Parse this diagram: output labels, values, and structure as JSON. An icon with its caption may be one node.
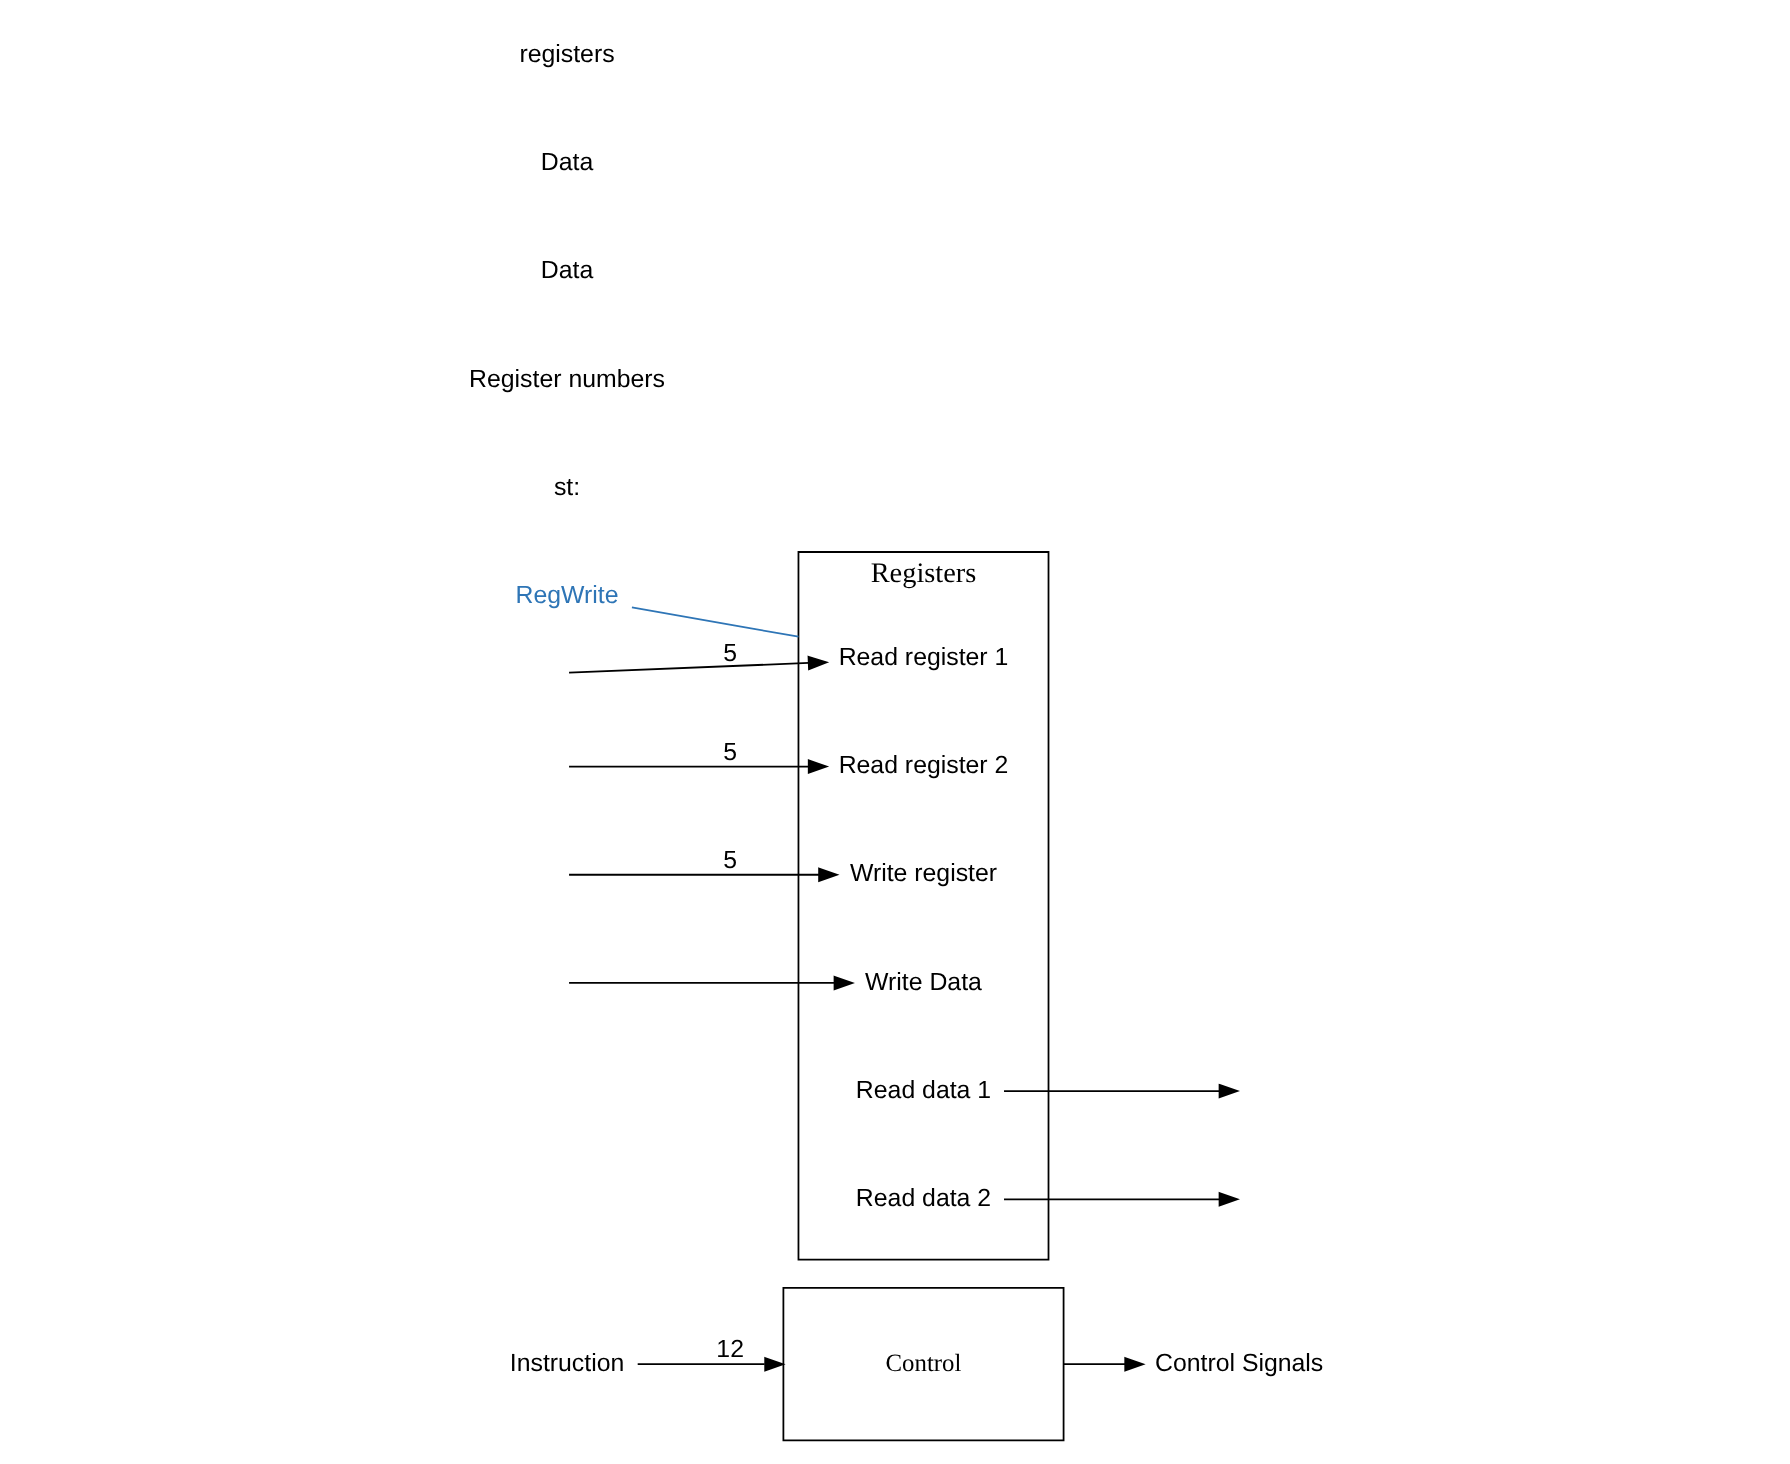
{
  "diagram": {
    "nodes": [
      {
        "text": [
          "Instruction"
        ]
      },
      {
        "text": [
          "Control"
        ]
      },
      {
        "text": [
          "Control Signals"
        ]
      },
      {
        "text": [
          "Registers"
        ]
      },
      {
        "text": [
          "Read register 1"
        ],
        "in": 3
      },
      {
        "text": [
          "Read register 2"
        ],
        "in": 3
      },
      {
        "text": [
          "Write register"
        ],
        "in": 3
      },
      {
        "text": [
          "Write Data"
        ],
        "in": 3
      },
      {
        "text": [
          "Read data 1"
        ],
        "in": 3
      },
      {
        "text": [
          "Read data 2"
        ],
        "in": 3
      },
      {
        "text": [
          "RegWrite"
        ]
      }
    ],
    "edges": [
      {
        "from": 0,
        "to": 1,
        "arrow": "to",
        "label": "12"
      },
      {
        "from": 1,
        "to": 2,
        "arrow": "to"
      },
      {
        "from": null,
        "to": 4,
        "arrow": "to",
        "label": "5"
      },
      {
        "from": null,
        "to": 5,
        "arrow": "to",
        "label": "5"
      },
      {
        "from": null,
        "to": 6,
        "arrow": "to",
        "label": "5"
      },
      {
        "from": null,
        "to": 7,
        "arrow": "to"
      },
      {
        "from": 8,
        "to": null,
        "arrow": "to"
      },
      {
        "from": 9,
        "to": null,
        "arrow": "to"
      },
      {
        "from": 10,
        "to": 3,
        "arrow": "none",
        "color": "#2e75b6"
      }
    ],
    "labels": [
      "st:",
      "Register numbers",
      "Data",
      "Data",
      "registers"
    ]
  }
}
